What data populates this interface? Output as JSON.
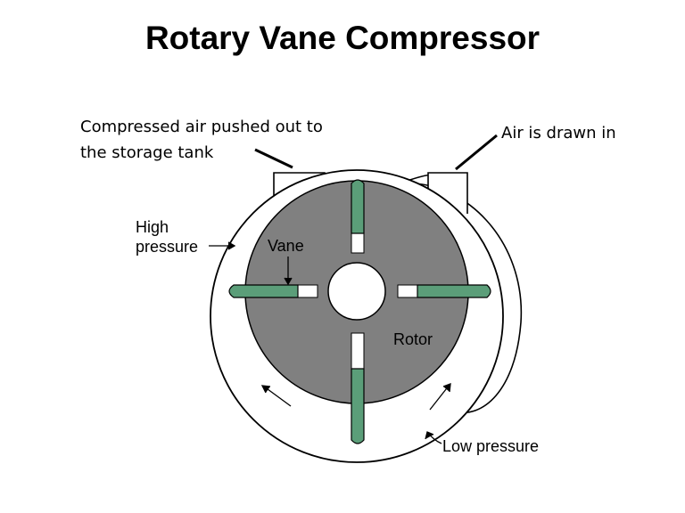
{
  "title": "Rotary Vane Compressor",
  "labels": {
    "compressed_air_line1": "Compressed air pushed out to",
    "compressed_air_line2": "the storage tank",
    "air_drawn_in": "Air is drawn in",
    "high_pressure_line1": "High",
    "high_pressure_line2": "pressure",
    "vane": "Vane",
    "rotor": "Rotor",
    "low_pressure": "Low pressure"
  },
  "colors": {
    "rotor": "#808080",
    "vane": "#5b9e79",
    "outline": "#000000",
    "background": "#ffffff"
  }
}
